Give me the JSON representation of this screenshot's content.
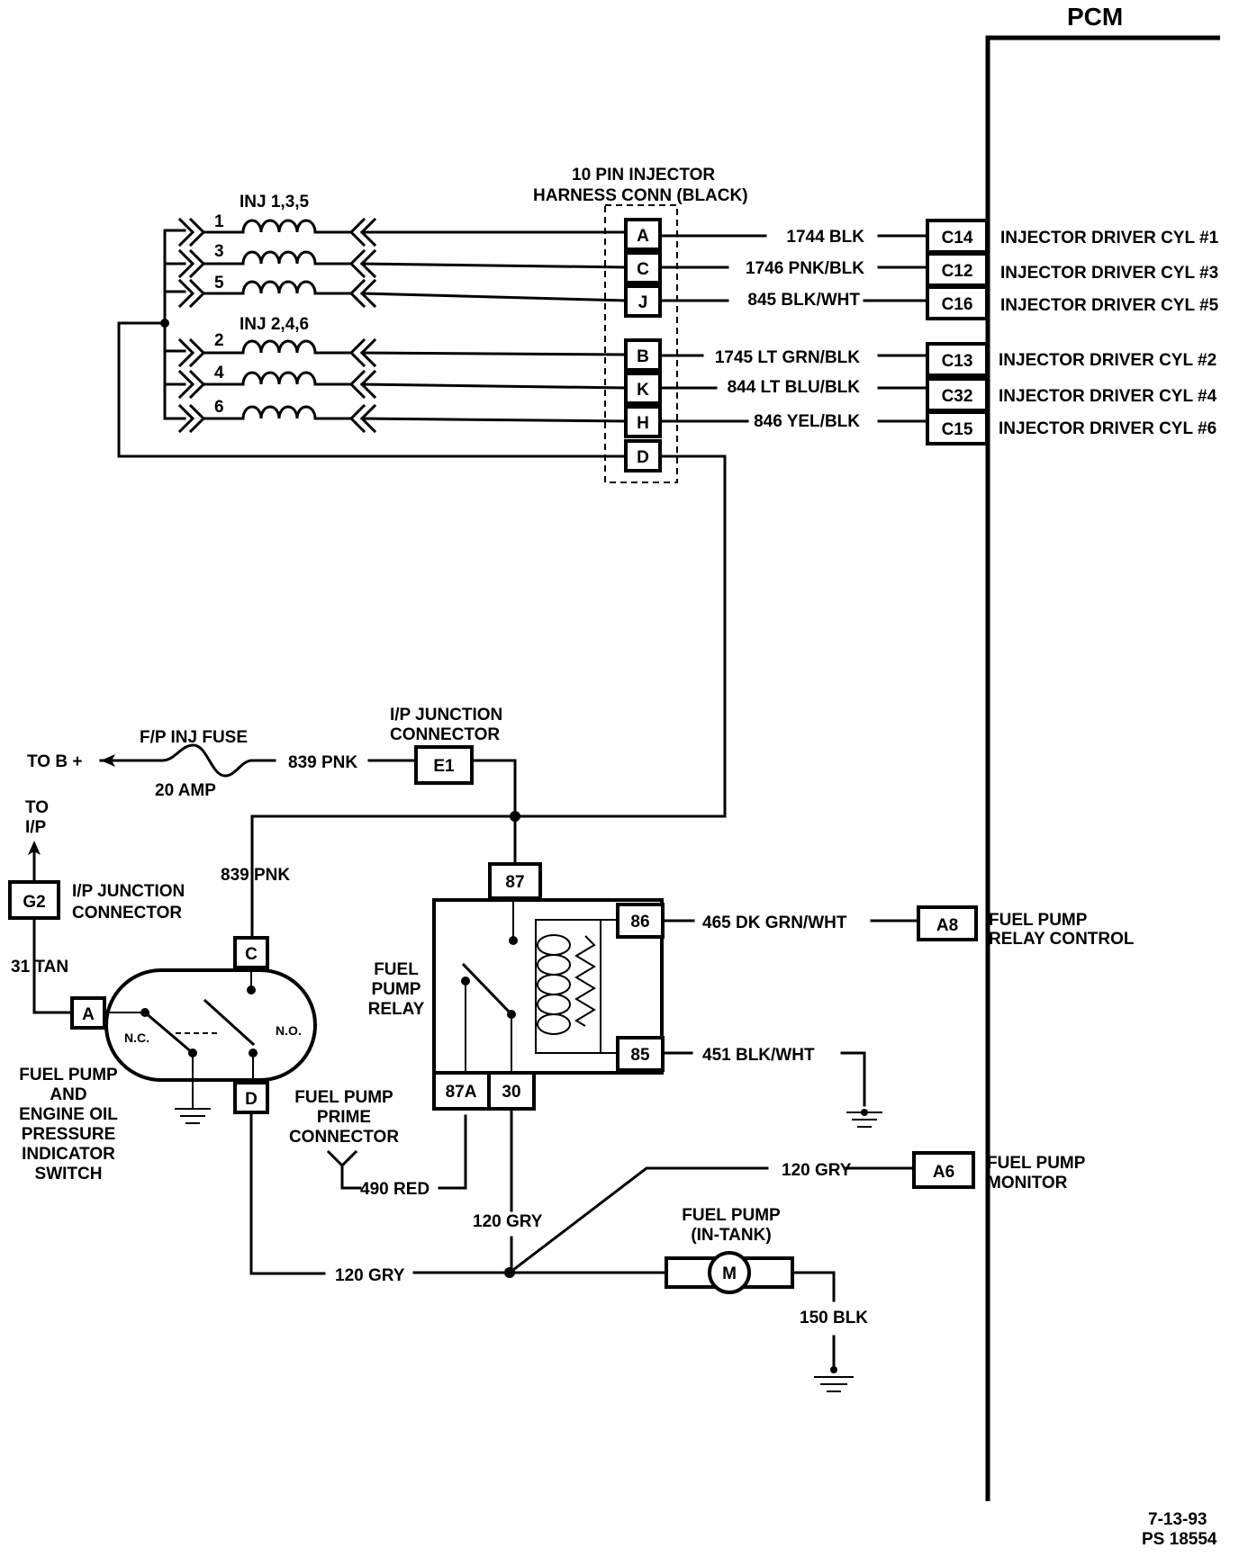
{
  "pcm": {
    "title": "PCM"
  },
  "injector_harness": {
    "title_line1": "10 PIN INJECTOR",
    "title_line2": "HARNESS CONN (BLACK)"
  },
  "injector_groups": [
    {
      "label": "INJ 1,3,5",
      "numbers": [
        "1",
        "3",
        "5"
      ]
    },
    {
      "label": "INJ 2,4,6",
      "numbers": [
        "2",
        "4",
        "6"
      ]
    }
  ],
  "injector_circuits": [
    {
      "pin": "A",
      "wire": "1744 BLK",
      "pcm_pin": "C14",
      "function": "INJECTOR DRIVER CYL #1"
    },
    {
      "pin": "C",
      "wire": "1746 PNK/BLK",
      "pcm_pin": "C12",
      "function": "INJECTOR DRIVER CYL #3"
    },
    {
      "pin": "J",
      "wire": "845 BLK/WHT",
      "pcm_pin": "C16",
      "function": "INJECTOR DRIVER CYL #5"
    },
    {
      "pin": "B",
      "wire": "1745 LT GRN/BLK",
      "pcm_pin": "C13",
      "function": "INJECTOR DRIVER CYL #2"
    },
    {
      "pin": "K",
      "wire": "844 LT BLU/BLK",
      "pcm_pin": "C32",
      "function": "INJECTOR DRIVER CYL #4"
    },
    {
      "pin": "H",
      "wire": "846 YEL/BLK",
      "pcm_pin": "C15",
      "function": "INJECTOR DRIVER CYL #6"
    }
  ],
  "harness_feed_pin": "D",
  "fuse": {
    "label": "F/P INJ FUSE",
    "rating": "20 AMP",
    "source": "TO B +",
    "wire": "839 PNK"
  },
  "ip_junction_upper": {
    "label_line1": "I/P JUNCTION",
    "label_line2": "CONNECTOR",
    "pin": "E1"
  },
  "switch_feed_wire": "839 PNK",
  "ip_junction_lower": {
    "to_label_line1": "TO",
    "to_label_line2": "I/P",
    "pin": "G2",
    "label_line1": "I/P JUNCTION",
    "label_line2": "CONNECTOR",
    "wire": "31 TAN"
  },
  "pressure_switch": {
    "pins": [
      "A",
      "C",
      "D"
    ],
    "nc": "N.C.",
    "no": "N.O.",
    "label_lines": [
      "FUEL PUMP",
      "AND",
      "ENGINE OIL",
      "PRESSURE",
      "INDICATOR",
      "SWITCH"
    ]
  },
  "prime_connector": {
    "label_lines": [
      "FUEL PUMP",
      "PRIME",
      "CONNECTOR"
    ],
    "wire": "490 RED"
  },
  "relay": {
    "label_lines": [
      "FUEL",
      "PUMP",
      "RELAY"
    ],
    "pins": [
      "87",
      "86",
      "85",
      "87A",
      "30"
    ]
  },
  "relay_control": {
    "wire": "465 DK GRN/WHT",
    "pcm_pin": "A8",
    "label_line1": "FUEL PUMP",
    "label_line2": "RELAY CONTROL"
  },
  "relay_ground_wire": "451 BLK/WHT",
  "pump_monitor": {
    "wire": "120 GRY",
    "pcm_pin": "A6",
    "label_line1": "FUEL PUMP",
    "label_line2": "MONITOR"
  },
  "pump_feed_wires": [
    "120 GRY",
    "120 GRY"
  ],
  "fuel_pump": {
    "label_line1": "FUEL PUMP",
    "label_line2": "(IN-TANK)",
    "symbol": "M",
    "ground_wire": "150 BLK"
  },
  "footer": {
    "date": "7-13-93",
    "code": "PS 18554"
  }
}
